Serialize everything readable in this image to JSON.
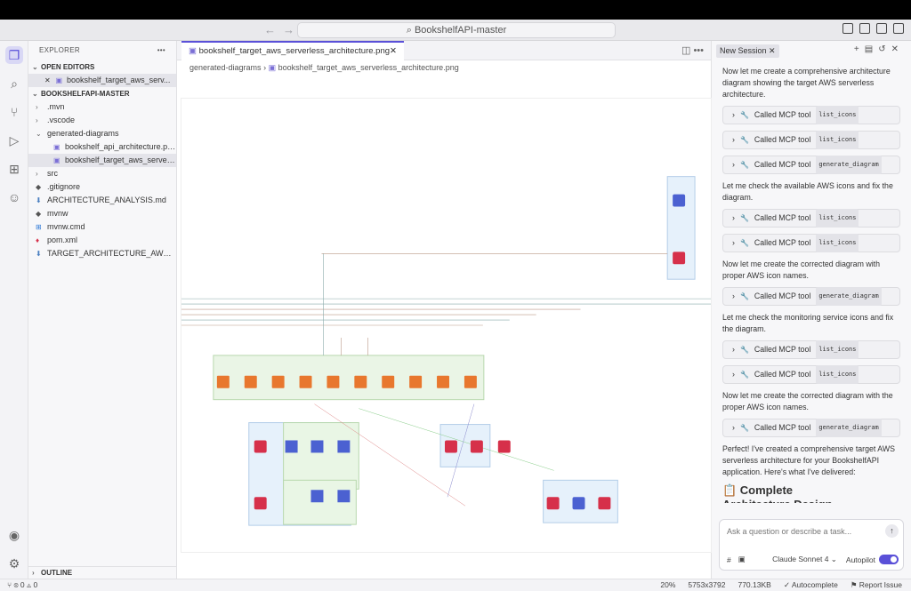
{
  "window": {
    "search_title": "BookshelfAPI-master"
  },
  "explorer": {
    "title": "EXPLORER",
    "open_editors_label": "OPEN EDITORS",
    "open_editor_item": "bookshelf_target_aws_serv...",
    "project_label": "BOOKSHELFAPI-MASTER",
    "items": [
      {
        "label": ".mvn",
        "kind": "folder"
      },
      {
        "label": ".vscode",
        "kind": "folder"
      },
      {
        "label": "generated-diagrams",
        "kind": "folder-open"
      },
      {
        "label": "bookshelf_api_architecture.png",
        "kind": "image"
      },
      {
        "label": "bookshelf_target_aws_serverle...",
        "kind": "image"
      },
      {
        "label": "src",
        "kind": "folder"
      },
      {
        "label": ".gitignore",
        "kind": "file"
      },
      {
        "label": "ARCHITECTURE_ANALYSIS.md",
        "kind": "md"
      },
      {
        "label": "mvnw",
        "kind": "file"
      },
      {
        "label": "mvnw.cmd",
        "kind": "windows"
      },
      {
        "label": "pom.xml",
        "kind": "xml"
      },
      {
        "label": "TARGET_ARCHITECTURE_AWS_...",
        "kind": "md"
      }
    ],
    "outline_label": "OUTLINE"
  },
  "editor": {
    "tab_label": "bookshelf_target_aws_serverless_architecture.png",
    "breadcrumb": [
      "generated-diagrams",
      "bookshelf_target_aws_serverless_architecture.png"
    ]
  },
  "chat": {
    "session_tab": "New Session",
    "blocks": [
      {
        "type": "msg",
        "text": "Now let me create a comprehensive architecture diagram showing the target AWS serverless architecture."
      },
      {
        "type": "tool",
        "label": "Called MCP tool",
        "code": "list_icons"
      },
      {
        "type": "tool",
        "label": "Called MCP tool",
        "code": "list_icons"
      },
      {
        "type": "tool",
        "label": "Called MCP tool",
        "code": "generate_diagram"
      },
      {
        "type": "msg",
        "text": "Let me check the available AWS icons and fix the diagram."
      },
      {
        "type": "tool",
        "label": "Called MCP tool",
        "code": "list_icons"
      },
      {
        "type": "tool",
        "label": "Called MCP tool",
        "code": "list_icons"
      },
      {
        "type": "msg",
        "text": "Now let me create the corrected diagram with proper AWS icon names."
      },
      {
        "type": "tool",
        "label": "Called MCP tool",
        "code": "generate_diagram"
      },
      {
        "type": "msg",
        "text": "Let me check the monitoring service icons and fix the diagram."
      },
      {
        "type": "tool",
        "label": "Called MCP tool",
        "code": "list_icons"
      },
      {
        "type": "tool",
        "label": "Called MCP tool",
        "code": "list_icons"
      },
      {
        "type": "msg",
        "text": "Now let me create the corrected diagram with the proper AWS icon names."
      },
      {
        "type": "tool",
        "label": "Called MCP tool",
        "code": "generate_diagram"
      },
      {
        "type": "msg",
        "text": "Perfect! I've created a comprehensive target AWS serverless architecture for your BookshelfAPI application. Here's what I've delivered:"
      }
    ],
    "heading": "📋 Complete",
    "heading_cut": "Architecture Design",
    "input_placeholder": "Ask a question or describe a task...",
    "model": "Claude Sonnet 4",
    "autopilot_label": "Autopilot",
    "autopilot_on": true
  },
  "status": {
    "left": "⊗ 0 ⚠ 0",
    "zoom": "20%",
    "dimensions": "5753x3792",
    "size": "770.13KB",
    "autocomplete": "✓ Autocomplete",
    "report": "Report Issue"
  },
  "colors": {
    "accent": "#5a50d8",
    "lambda": "#e8772e",
    "dynamo": "#4b61d1",
    "security": "#d6304a"
  }
}
